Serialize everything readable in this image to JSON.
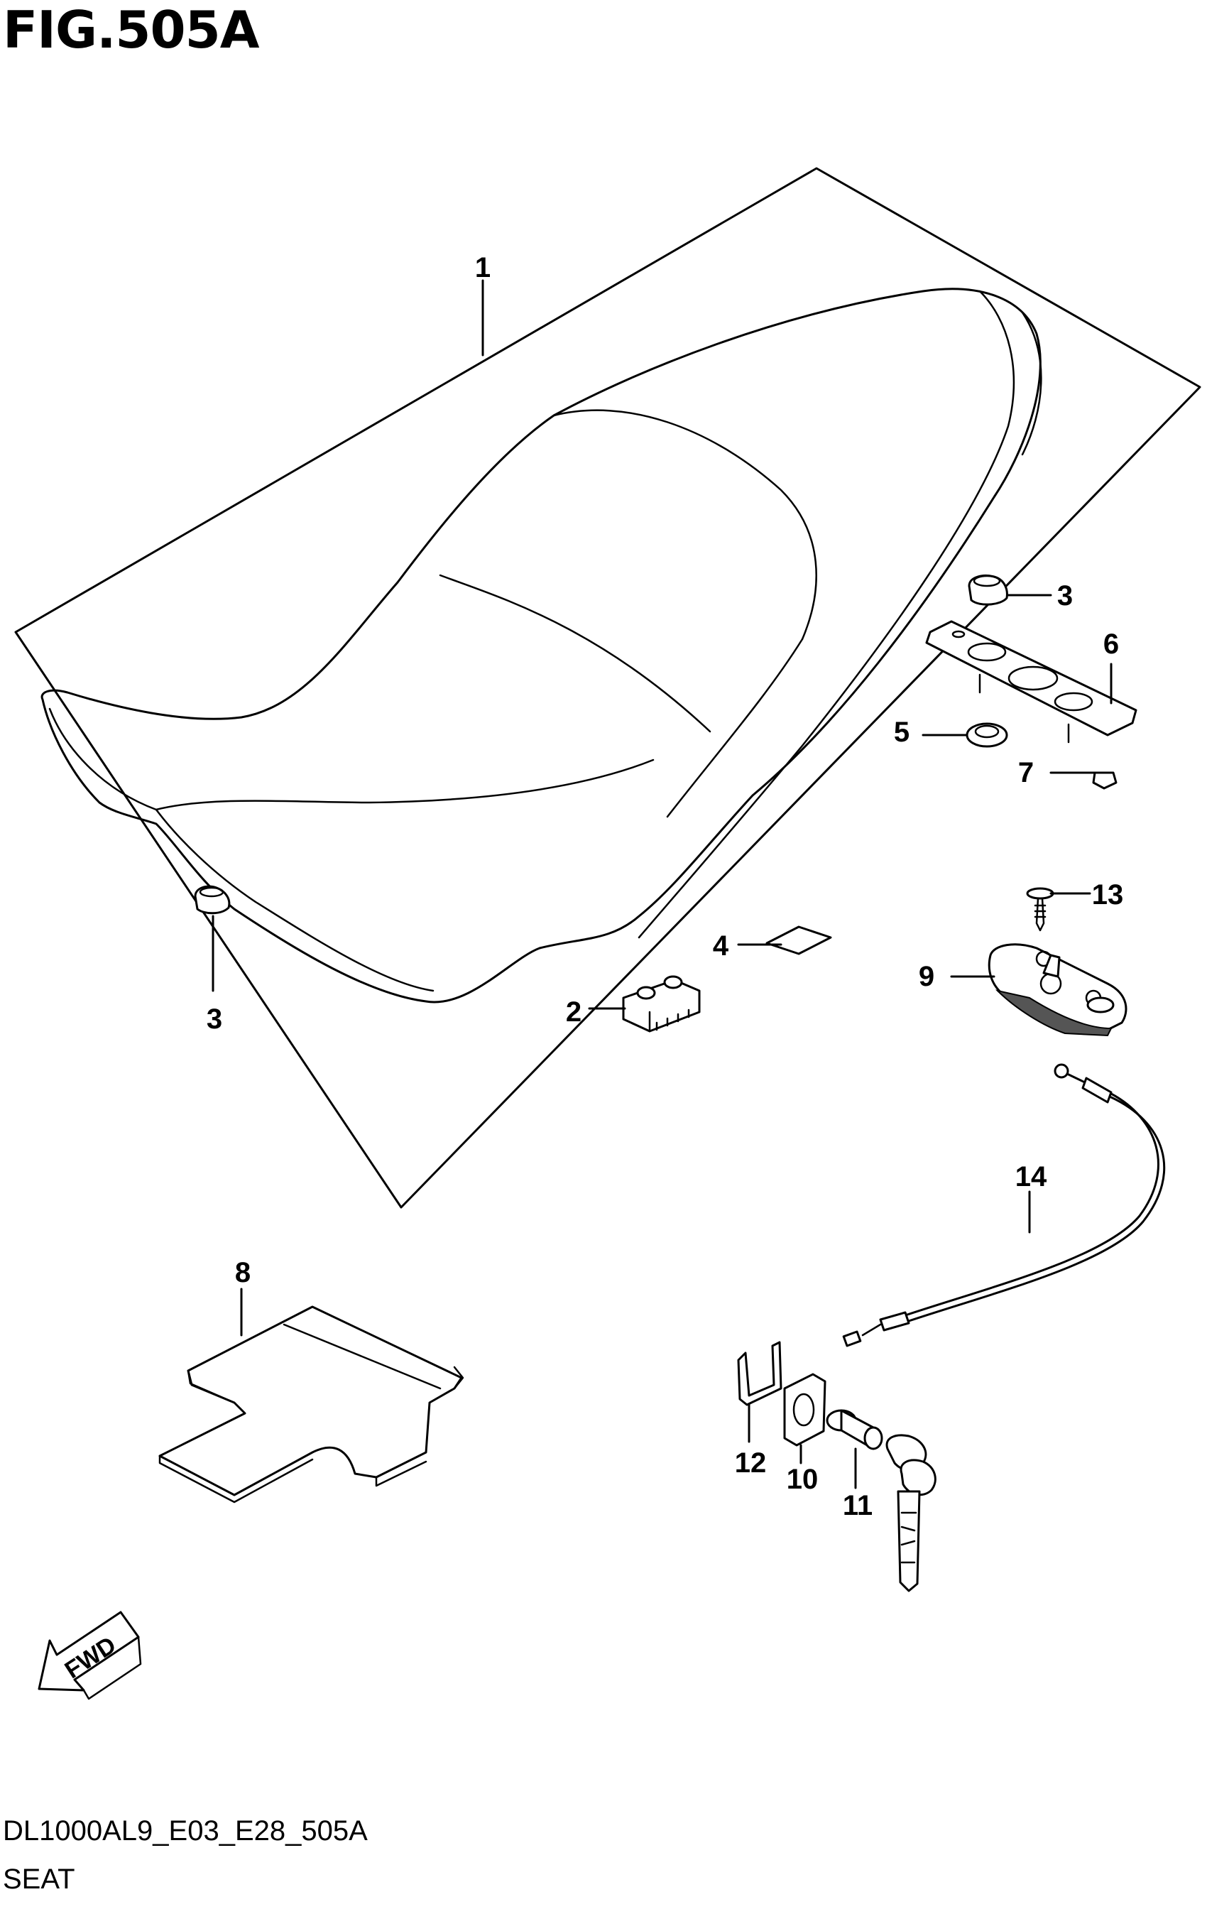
{
  "figure": {
    "title": "FIG.505A",
    "code": "DL1000AL9_E03_E28_505A",
    "caption": "SEAT"
  },
  "direction_marker": {
    "label": "FWD"
  },
  "callouts": [
    {
      "id": "c1a",
      "label": "1"
    },
    {
      "id": "c2",
      "label": "2"
    },
    {
      "id": "c3a",
      "label": "3"
    },
    {
      "id": "c3b",
      "label": "3"
    },
    {
      "id": "c4",
      "label": "4"
    },
    {
      "id": "c5",
      "label": "5"
    },
    {
      "id": "c6",
      "label": "6"
    },
    {
      "id": "c7",
      "label": "7"
    },
    {
      "id": "c8",
      "label": "8"
    },
    {
      "id": "c9",
      "label": "9"
    },
    {
      "id": "c10",
      "label": "10"
    },
    {
      "id": "c11",
      "label": "11"
    },
    {
      "id": "c12",
      "label": "12"
    },
    {
      "id": "c13",
      "label": "13"
    },
    {
      "id": "c14",
      "label": "14"
    }
  ]
}
